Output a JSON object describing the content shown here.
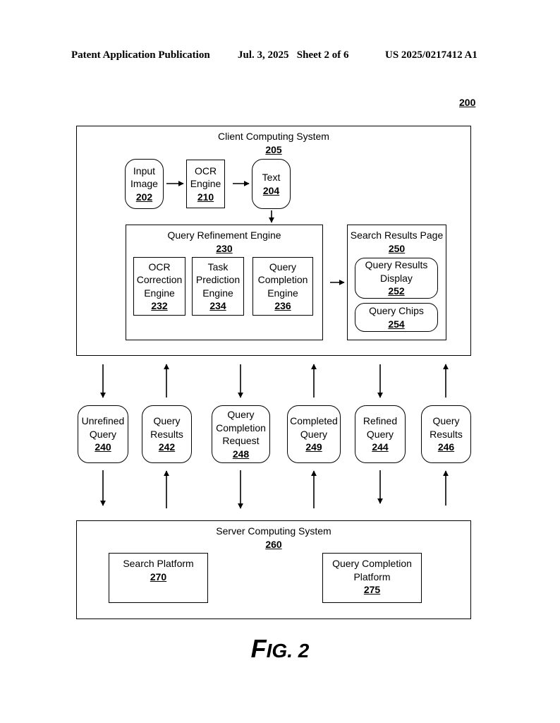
{
  "header": {
    "left": "Patent Application Publication",
    "middle": "Jul. 3, 2025   Sheet 2 of 6",
    "right": "US 2025/0217412 A1"
  },
  "figure_ref": "200",
  "client": {
    "label": "Client Computing System",
    "num": "205"
  },
  "input_image": {
    "label": "Input\nImage",
    "num": "202"
  },
  "ocr_engine": {
    "label": "OCR\nEngine",
    "num": "210"
  },
  "text": {
    "label": "Text",
    "num": "204"
  },
  "qre": {
    "label": "Query Refinement Engine",
    "num": "230"
  },
  "ocr_correction": {
    "label": "OCR\nCorrection\nEngine",
    "num": "232"
  },
  "task_prediction": {
    "label": "Task\nPrediction\nEngine",
    "num": "234"
  },
  "query_completion_engine": {
    "label": "Query\nCompletion\nEngine",
    "num": "236"
  },
  "srp": {
    "label": "Search Results Page",
    "num": "250"
  },
  "qrd": {
    "label": "Query Results\nDisplay",
    "num": "252"
  },
  "chips": {
    "label": "Query Chips",
    "num": "254"
  },
  "unrefined": {
    "label": "Unrefined\nQuery",
    "num": "240"
  },
  "qresults1": {
    "label": "Query\nResults",
    "num": "242"
  },
  "qcr": {
    "label": "Query\nCompletion\nRequest",
    "num": "248"
  },
  "completed": {
    "label": "Completed\nQuery",
    "num": "249"
  },
  "refined": {
    "label": "Refined\nQuery",
    "num": "244"
  },
  "qresults2": {
    "label": "Query\nResults",
    "num": "246"
  },
  "server": {
    "label": "Server Computing System",
    "num": "260"
  },
  "search_platform": {
    "label": "Search Platform",
    "num": "270"
  },
  "qcp": {
    "label": "Query Completion\nPlatform",
    "num": "275"
  },
  "fig_label": {
    "prefix": "F",
    "rest": "IG. 2"
  }
}
